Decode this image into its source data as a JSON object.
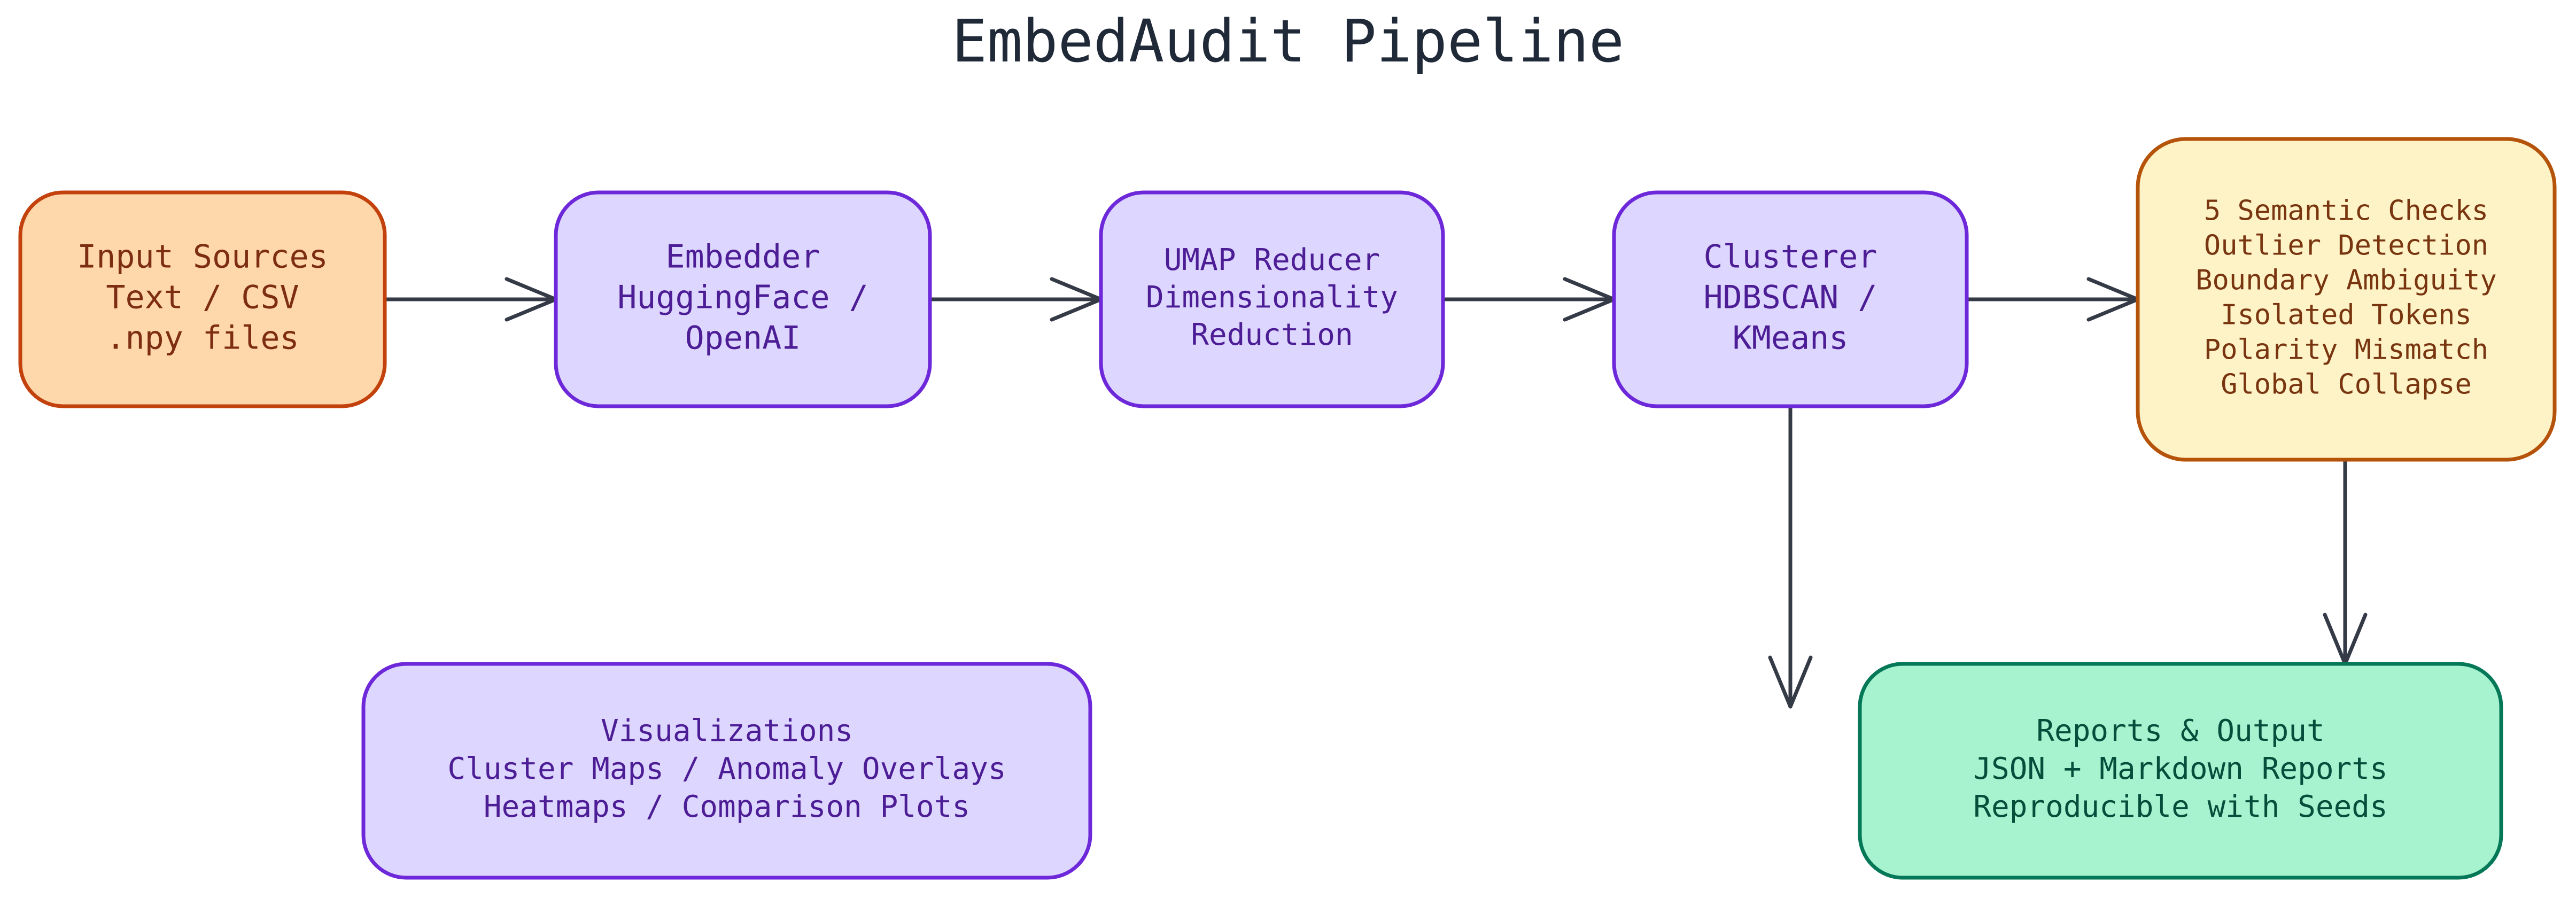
{
  "title": "EmbedAudit Pipeline",
  "colors": {
    "title_text": "#1f2937",
    "edge": "#343a46",
    "source_fill": "#fed7aa",
    "source_stroke": "#c2410c",
    "source_text": "#7c2d12",
    "process_fill": "#ddd6fe",
    "process_stroke": "#6d28d9",
    "process_text": "#4c1d95",
    "checks_fill": "#fef3c7",
    "checks_stroke": "#b45309",
    "checks_text": "#78350f",
    "output_fill": "#a7f3d0",
    "output_stroke": "#047857",
    "output_text": "#064e3b"
  },
  "nodes": [
    {
      "id": "input",
      "lines": [
        "Input Sources",
        "Text / CSV",
        ".npy files"
      ],
      "style": "source"
    },
    {
      "id": "embedder",
      "lines": [
        "Embedder",
        "HuggingFace /",
        "OpenAI"
      ],
      "style": "process"
    },
    {
      "id": "umap",
      "lines": [
        "UMAP Reducer",
        "Dimensionality",
        "Reduction"
      ],
      "style": "process"
    },
    {
      "id": "clusterer",
      "lines": [
        "Clusterer",
        "HDBSCAN /",
        "KMeans"
      ],
      "style": "process"
    },
    {
      "id": "checks",
      "lines": [
        "5 Semantic Checks",
        "Outlier Detection",
        "Boundary Ambiguity",
        "Isolated Tokens",
        "Polarity Mismatch",
        "Global Collapse"
      ],
      "style": "checks"
    },
    {
      "id": "visualizations",
      "lines": [
        "Visualizations",
        "Cluster Maps / Anomaly Overlays",
        "Heatmaps / Comparison Plots"
      ],
      "style": "process"
    },
    {
      "id": "reports",
      "lines": [
        "Reports & Output",
        "JSON + Markdown Reports",
        "Reproducible with Seeds"
      ],
      "style": "output"
    }
  ],
  "edges": [
    {
      "from": "input",
      "to": "embedder"
    },
    {
      "from": "embedder",
      "to": "umap"
    },
    {
      "from": "umap",
      "to": "clusterer"
    },
    {
      "from": "clusterer",
      "to": "checks"
    },
    {
      "from": "clusterer",
      "to": "visualizations"
    },
    {
      "from": "checks",
      "to": "reports"
    }
  ]
}
